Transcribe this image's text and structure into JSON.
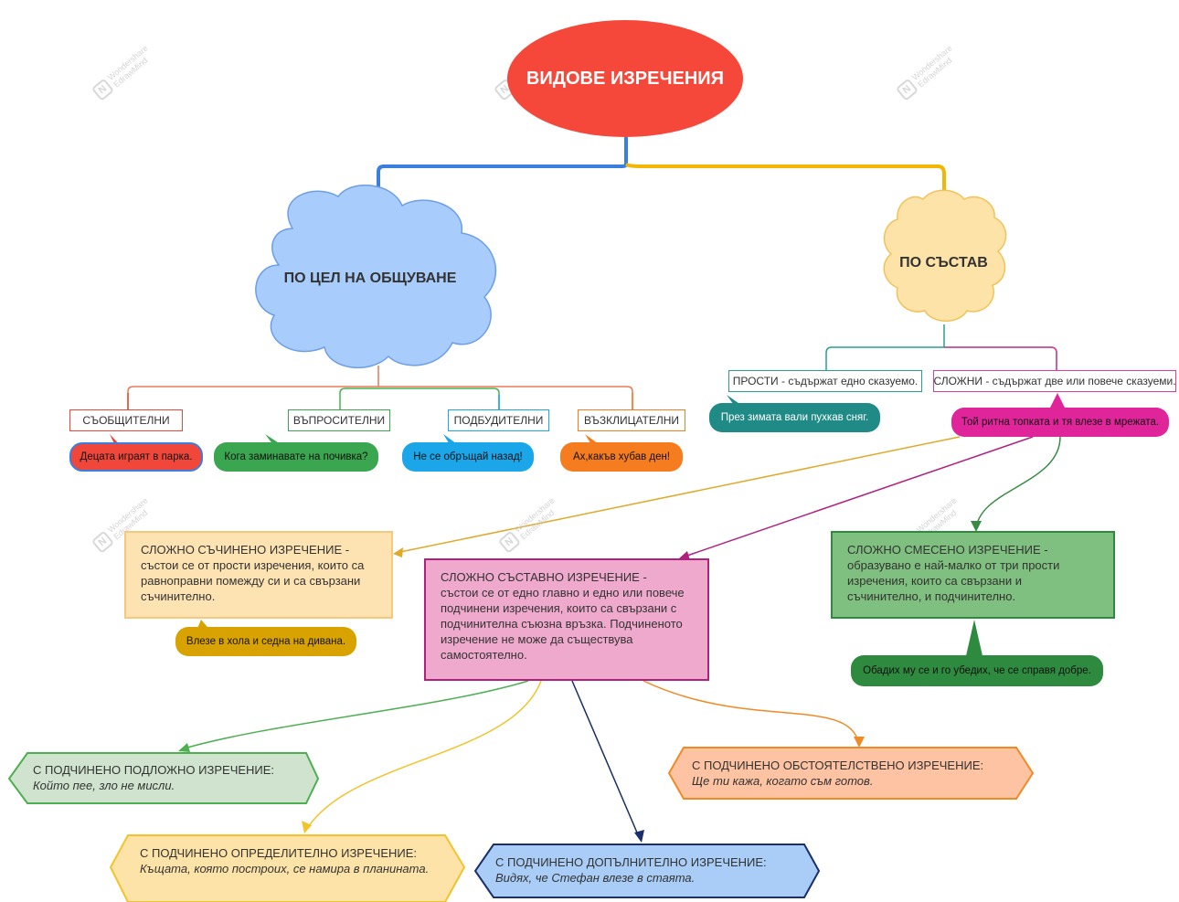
{
  "title": "ВИДОВЕ ИЗРЕЧЕНИЯ",
  "branch_purpose": {
    "title": "ПО ЦЕЛ НА ОБЩУВАНЕ",
    "types": [
      {
        "label": "СЪОБЩИТЕЛНИ",
        "example": "Децата играят в парка.",
        "color": "#e8473a"
      },
      {
        "label": "ВЪПРОСИТЕЛНИ",
        "example": "Кога заминавате на почивка?",
        "color": "#3aa64f"
      },
      {
        "label": "ПОДБУДИТЕЛНИ",
        "example": "Не се обръщай назад!",
        "color": "#1aa6e8"
      },
      {
        "label": "ВЪЗКЛИЦАТЕЛНИ",
        "example": "Ах,какъв хубав ден!",
        "color": "#f57c1f"
      }
    ]
  },
  "branch_structure": {
    "title": "ПО СЪСТАВ",
    "simple": {
      "label": "ПРОСТИ - съдържат едно сказуемо.",
      "example": "През зимата вали пухкав сняг."
    },
    "complex": {
      "label": "СЛОЖНИ - съдържат две или повече сказуеми.",
      "example": "Той ритна топката и тя влезе в мрежата."
    }
  },
  "compound": {
    "title": "СЛОЖНО СЪЧИНЕНО ИЗРЕЧЕНИЕ -",
    "body": "състои се от прости изречения, които са равноправни помежду си и са свързани съчинително.",
    "example": "Влезе в хола и седна на дивана."
  },
  "complex_sub": {
    "title": "СЛОЖНО СЪСТАВНО ИЗРЕЧЕНИЕ -",
    "body": "състои се от едно главно и едно или повече подчинени изречения, които са свързани с подчинителна съюзна връзка. Подчиненото изречение не може да съществува самостоятелно."
  },
  "mixed": {
    "title": "СЛОЖНО СМЕСЕНО ИЗРЕЧЕНИЕ -",
    "body": "образувано е най-малко от три прости изречения, които са свързани и съчинително, и подчинително.",
    "example": "Обадих му се и го убедих, че се справя добре."
  },
  "subordinates": {
    "subject": {
      "label": "С ПОДЧИНЕНО ПОДЛОЖНО ИЗРЕЧЕНИЕ:",
      "example": "Който пее, зло не мисли."
    },
    "attributive": {
      "label": "С ПОДЧИНЕНО ОПРЕДЕЛИТЕЛНО ИЗРЕЧЕНИЕ:",
      "example": "Къщата, която построих, се намира в планината."
    },
    "object": {
      "label": "С ПОДЧИНЕНО ДОПЪЛНИТЕЛНО ИЗРЕЧЕНИЕ:",
      "example": "Видях, че Стефан влезе в стаята."
    },
    "adverbial": {
      "label": "С ПОДЧИНЕНО ОБСТОЯТЕЛСТВЕНО ИЗРЕЧЕНИЕ:",
      "example": "Ще ти кажа, когато съм готов."
    }
  },
  "watermark": {
    "line1": "Wondershare",
    "line2": "EdrawMind"
  }
}
